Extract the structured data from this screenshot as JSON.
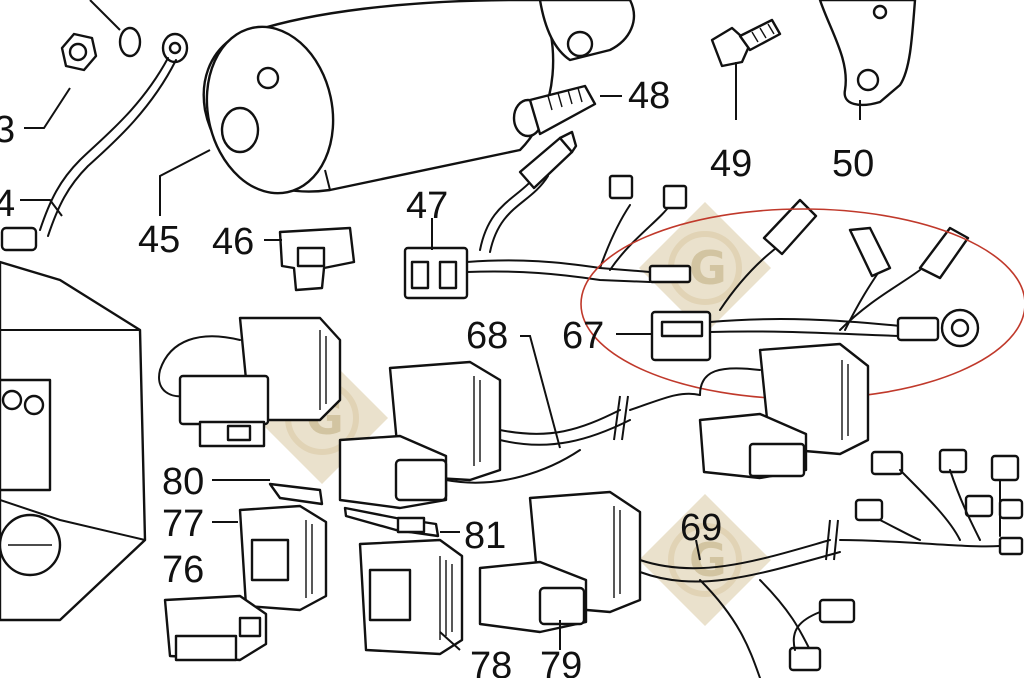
{
  "callouts": [
    {
      "id": "3",
      "label": "3"
    },
    {
      "id": "4",
      "label": "4"
    },
    {
      "id": "45",
      "label": "45"
    },
    {
      "id": "46",
      "label": "46"
    },
    {
      "id": "47",
      "label": "47"
    },
    {
      "id": "48",
      "label": "48"
    },
    {
      "id": "49",
      "label": "49"
    },
    {
      "id": "50",
      "label": "50"
    },
    {
      "id": "67",
      "label": "67"
    },
    {
      "id": "68",
      "label": "68"
    },
    {
      "id": "69",
      "label": "69"
    },
    {
      "id": "76",
      "label": "76"
    },
    {
      "id": "77",
      "label": "77"
    },
    {
      "id": "78",
      "label": "78"
    },
    {
      "id": "79",
      "label": "79"
    },
    {
      "id": "80",
      "label": "80"
    },
    {
      "id": "81",
      "label": "81"
    }
  ],
  "watermark": {
    "letter": "G",
    "color": "#d8c9a3"
  },
  "highlight": {
    "color": "#c0392b",
    "target": "67"
  }
}
